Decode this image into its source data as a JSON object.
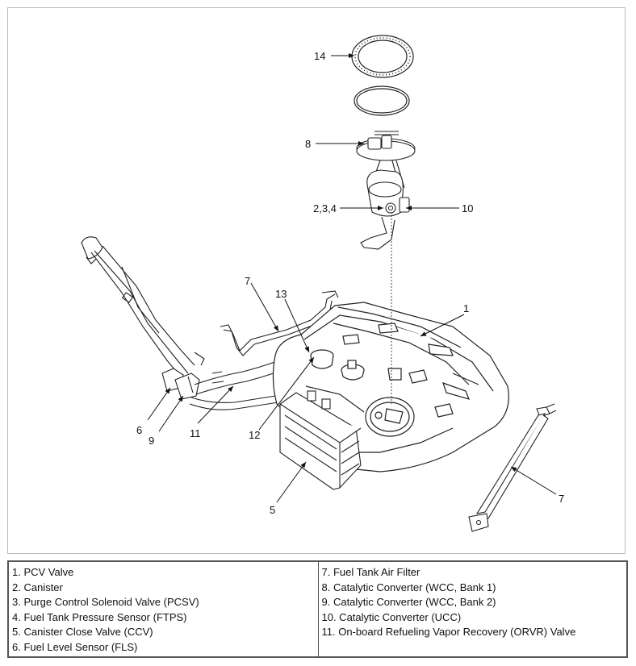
{
  "diagram": {
    "callouts": {
      "c14": "14",
      "c8": "8",
      "c234": "2,3,4",
      "c10": "10",
      "c7a": "7",
      "c13": "13",
      "c1": "1",
      "c6": "6",
      "c9": "9",
      "c11": "11",
      "c12": "12",
      "c5": "5",
      "c7b": "7"
    }
  },
  "legend": {
    "left": [
      "1. PCV Valve",
      "2. Canister",
      "3. Purge Control Solenoid Valve (PCSV)",
      "4. Fuel Tank Pressure Sensor (FTPS)",
      "5. Canister Close Valve (CCV)",
      "6. Fuel Level Sensor (FLS)"
    ],
    "right": [
      "7. Fuel Tank Air Filter",
      "8. Catalytic Converter (WCC, Bank 1)",
      "9. Catalytic Converter (WCC, Bank 2)",
      "10. Catalytic Converter (UCC)",
      "11. On-board Refueling Vapor Recovery (ORVR) Valve"
    ]
  }
}
